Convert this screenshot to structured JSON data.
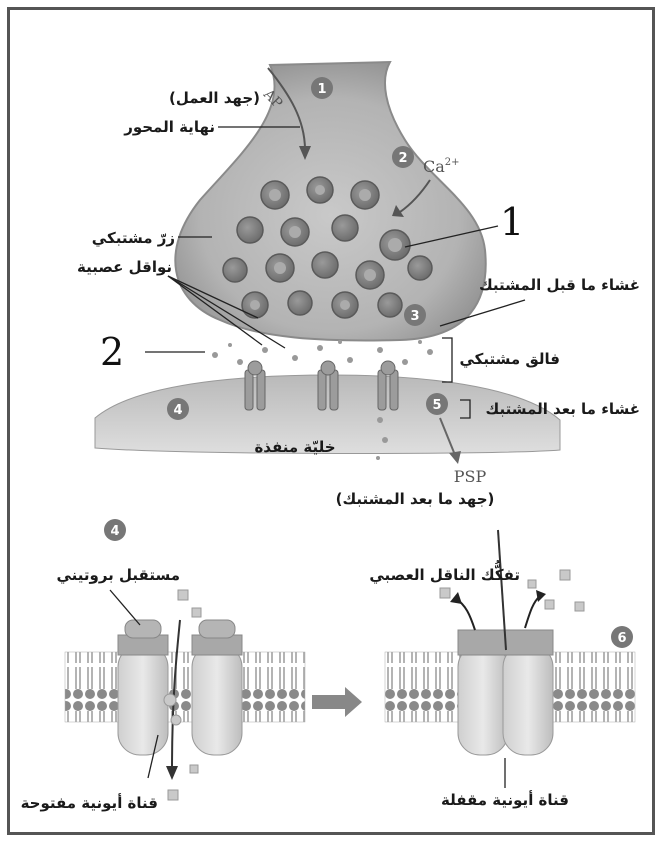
{
  "top": {
    "action_potential": "(جهد العمل)",
    "axon_terminal": "نهاية المحور",
    "ap": "AP",
    "calcium": "Ca",
    "calcium_sup": "2+",
    "synaptic_knob": "زرّ مشتبكي",
    "neurotransmitters": "نواقل عصبية",
    "presynaptic_membrane": "غشاء ما قبل المشتبك",
    "synaptic_cleft": "فالق مشتبكي",
    "postsynaptic_membrane": "غشاء ما بعد المشتبك",
    "target_cell": "خليّة منفذة",
    "psp": "PSP",
    "postsynaptic_potential": "(جهد ما بعد المشتبك)",
    "label_1": "1",
    "label_2": "2"
  },
  "bottom": {
    "protein_receptor": "مستقبل بروتيني",
    "open_channel": "قناة أيونية مفتوحة",
    "neurotransmitter_release": "تفكُّك الناقل العصبي",
    "closed_channel": "قناة أيونية مقفلة"
  },
  "steps": [
    "1",
    "2",
    "3",
    "4",
    "5",
    "4",
    "6"
  ]
}
